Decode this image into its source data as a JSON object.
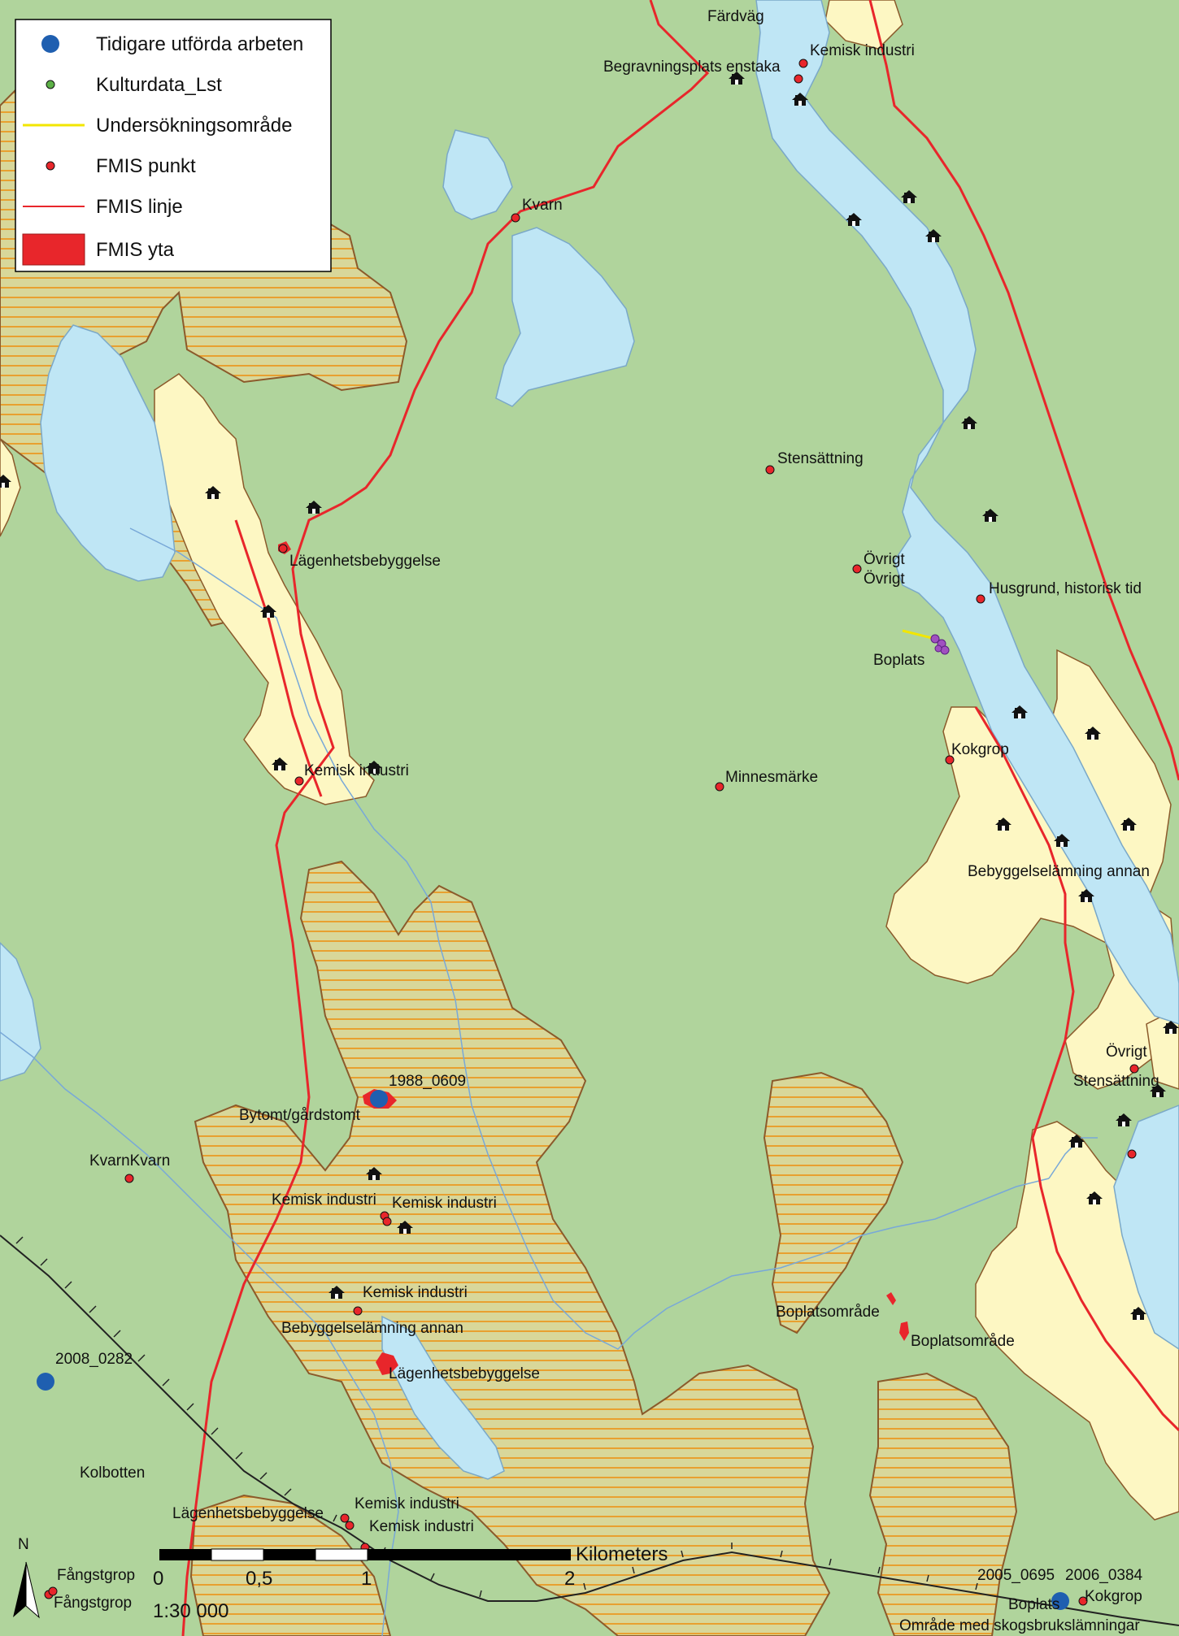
{
  "legend": {
    "items": [
      {
        "key": "prior",
        "label": "Tidigare utförda arbeten",
        "color": "#1f5fb0"
      },
      {
        "key": "kultur",
        "label": "Kulturdata_Lst",
        "color": "#5cb046"
      },
      {
        "key": "area",
        "label": "Undersökningsområde",
        "color": "#f2e600"
      },
      {
        "key": "fmis_point",
        "label": "FMIS punkt",
        "color": "#e8262b"
      },
      {
        "key": "fmis_line",
        "label": "FMIS linje",
        "color": "#e8262b"
      },
      {
        "key": "fmis_area",
        "label": "FMIS yta",
        "color": "#e8262b"
      }
    ]
  },
  "labels": {
    "fardvag": "Färdväg",
    "kemisk_top": "Kemisk industri",
    "begravning": "Begravningsplats enstaka",
    "kvarn_top": "Kvarn",
    "stensattning_1": "Stensättning",
    "ovrigt_1": "Övrigt",
    "ovrigt_2": "Övrigt",
    "husgrund": "Husgrund, historisk tid",
    "boplats_1": "Boplats",
    "lagenhet_1": "Lägenhetsbebyggelse",
    "kemisk_2": "Kemisk industri",
    "minnesmarke": "Minnesmärke",
    "kokgrop_1": "Kokgrop",
    "bebyggelse_1": "Bebyggelselämning annan",
    "ovrigt_3": "Övrigt",
    "stensattning_2": "Stensättning",
    "id_1988": "1988_0609",
    "bytomt": "Bytomt/gårdstomt",
    "kvarn_kvarn": "KvarnKvarn",
    "kemisk_3": "Kemisk industri",
    "kemisk_4": "Kemisk industri",
    "kemisk_5": "Kemisk industri",
    "bebyggelse_2": "Bebyggelselämning annan",
    "boplatsomrade_1": "Boplatsområde",
    "boplatsomrade_2": "Boplatsområde",
    "id_2008": "2008_0282",
    "lagenhet_2": "Lägenhetsbebyggelse",
    "kolbotten": "Kolbotten",
    "lagenhet_3": "Lägenhetsbebyggelse",
    "kemisk_6": "Kemisk industri",
    "kemisk_7": "Kemisk industri",
    "fangstgrop_1": "Fångstgrop",
    "fangstgrop_2": "Fångstgrop",
    "id_2005": "2005_0695",
    "id_2006": "2006_0384",
    "boplats_2": "Boplats",
    "kokgrop_2": "Kokgrop",
    "skogsbruk": "Område med skogsbrukslämningar"
  },
  "scale_bar": {
    "ticks": [
      "0",
      "0,5",
      "1",
      "2"
    ],
    "unit": "Kilometers",
    "ratio": "1:30 000"
  },
  "north_arrow": {
    "label": "N"
  },
  "colors": {
    "forest": "#b0d49c",
    "water": "#bfe6f5",
    "open_land": "#fdf7c3",
    "mire_fill": "#f3e6b5",
    "mire_hatch": "#e8a030",
    "fmis_line": "#e8262b",
    "stream": "#78a8d8",
    "railway": "#222222"
  },
  "icons": [
    "house-icon",
    "north-arrow-icon"
  ]
}
